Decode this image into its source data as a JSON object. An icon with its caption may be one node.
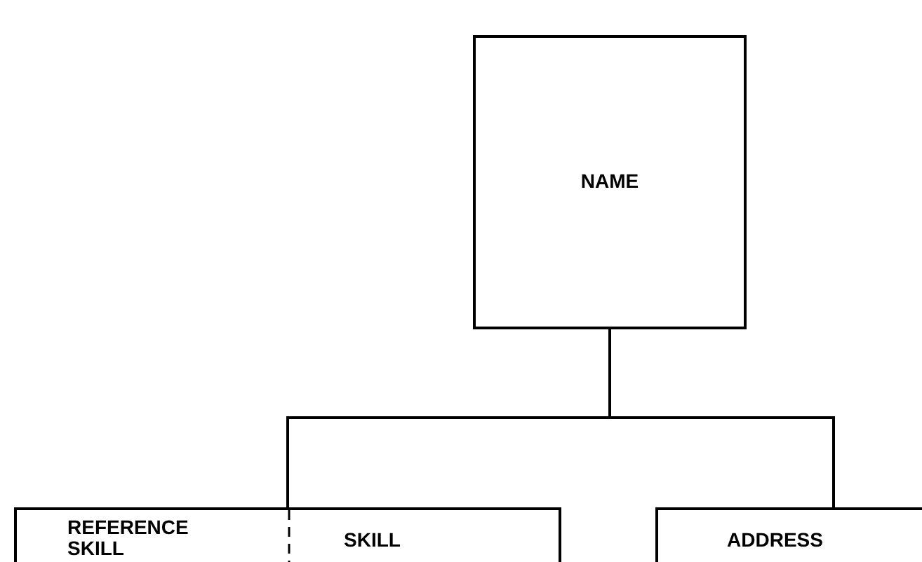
{
  "diagram": {
    "nodes": [
      {
        "text": [
          "NAME"
        ]
      },
      {
        "text": [],
        "shape": "box"
      },
      {
        "text": [
          "REFERENCE SKILL"
        ],
        "in": 1
      },
      {
        "text": [
          "SKILL"
        ],
        "in": 1
      },
      {
        "text": [
          "ADDRESS"
        ]
      }
    ],
    "edges": [
      {
        "from": 0,
        "to": 1,
        "arrow": "none"
      },
      {
        "from": 0,
        "to": 4,
        "arrow": "none"
      }
    ]
  }
}
